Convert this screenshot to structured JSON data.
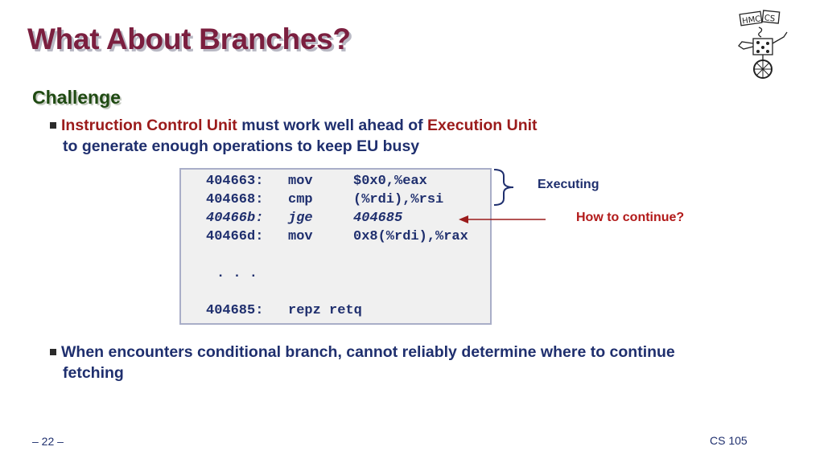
{
  "slide": {
    "title": "What About Branches?",
    "logo_text": {
      "left": "HMC",
      "right": "CS"
    },
    "subheading": "Challenge",
    "bullet1": {
      "part1": "Instruction Control Unit",
      "part2": " must work well ahead of ",
      "part3": "Execution Unit",
      "line2": "to generate enough operations to keep EU busy"
    },
    "code": {
      "rows": [
        {
          "addr": "404663:",
          "op": "mov",
          "args": "$0x0,%eax",
          "italic": false
        },
        {
          "addr": "404668:",
          "op": "cmp",
          "args": "(%rdi),%rsi",
          "italic": false
        },
        {
          "addr": "40466b:",
          "op": "jge",
          "args": "404685",
          "italic": true
        },
        {
          "addr": "40466d:",
          "op": "mov",
          "args": "0x8(%rdi),%rax",
          "italic": false
        }
      ],
      "ellipsis": ". . .",
      "last": {
        "addr": "404685:",
        "op": "repz retq"
      }
    },
    "annotations": {
      "executing": "Executing",
      "how_to_continue": "How to continue?",
      "arrow_color": "#9b1b1b"
    },
    "bullet2": {
      "line1": "When encounters conditional branch, cannot reliably determine where to continue",
      "line2": "fetching"
    },
    "footer": {
      "page": "– 22 –",
      "course": "CS 105"
    },
    "colors": {
      "title": "#7b1f3f",
      "body": "#1f2f6e",
      "highlight": "#9b1b1b",
      "subheading": "#1f4a12"
    }
  }
}
